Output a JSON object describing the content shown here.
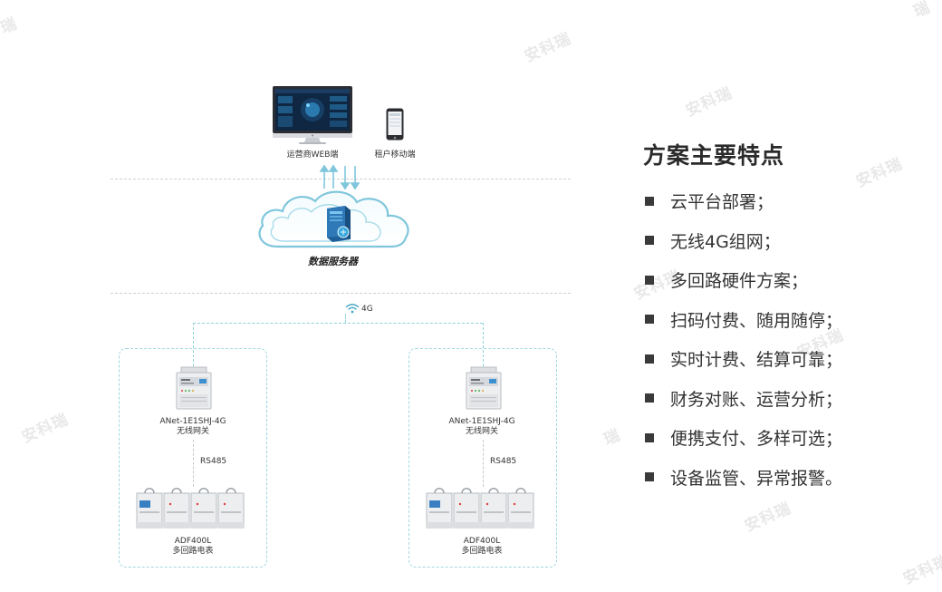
{
  "features": {
    "title": "方案主要特点",
    "items": [
      "云平台部署；",
      "无线4G组网；",
      "多回路硬件方案；",
      "扫码付费、随用随停；",
      "实时计费、结算可靠；",
      "财务对账、运营分析；",
      "便携支付、多样可选；",
      "设备监管、异常报警。"
    ]
  },
  "diagram": {
    "web_client_label": "运营商WEB端",
    "mobile_client_label": "租户移动端",
    "server_label": "数据服务器",
    "network_label": "4G",
    "gateway_left": {
      "model": "ANet-1E1SHJ-4G",
      "name": "无线网关"
    },
    "gateway_right": {
      "model": "ANet-1E1SHJ-4G",
      "name": "无线网关"
    },
    "bus_left": "RS485",
    "bus_right": "RS485",
    "meter_left": {
      "model": "ADF400L",
      "name": "多回路电表"
    },
    "meter_right": {
      "model": "ADF400L",
      "name": "多回路电表"
    }
  },
  "watermark": {
    "text": "安科瑞",
    "text_fragment": "瑞"
  },
  "colors": {
    "cloud_outline": "#7fc6dc",
    "accent_cyan": "#8fd3dc",
    "server_blue": "#2f79b8"
  }
}
